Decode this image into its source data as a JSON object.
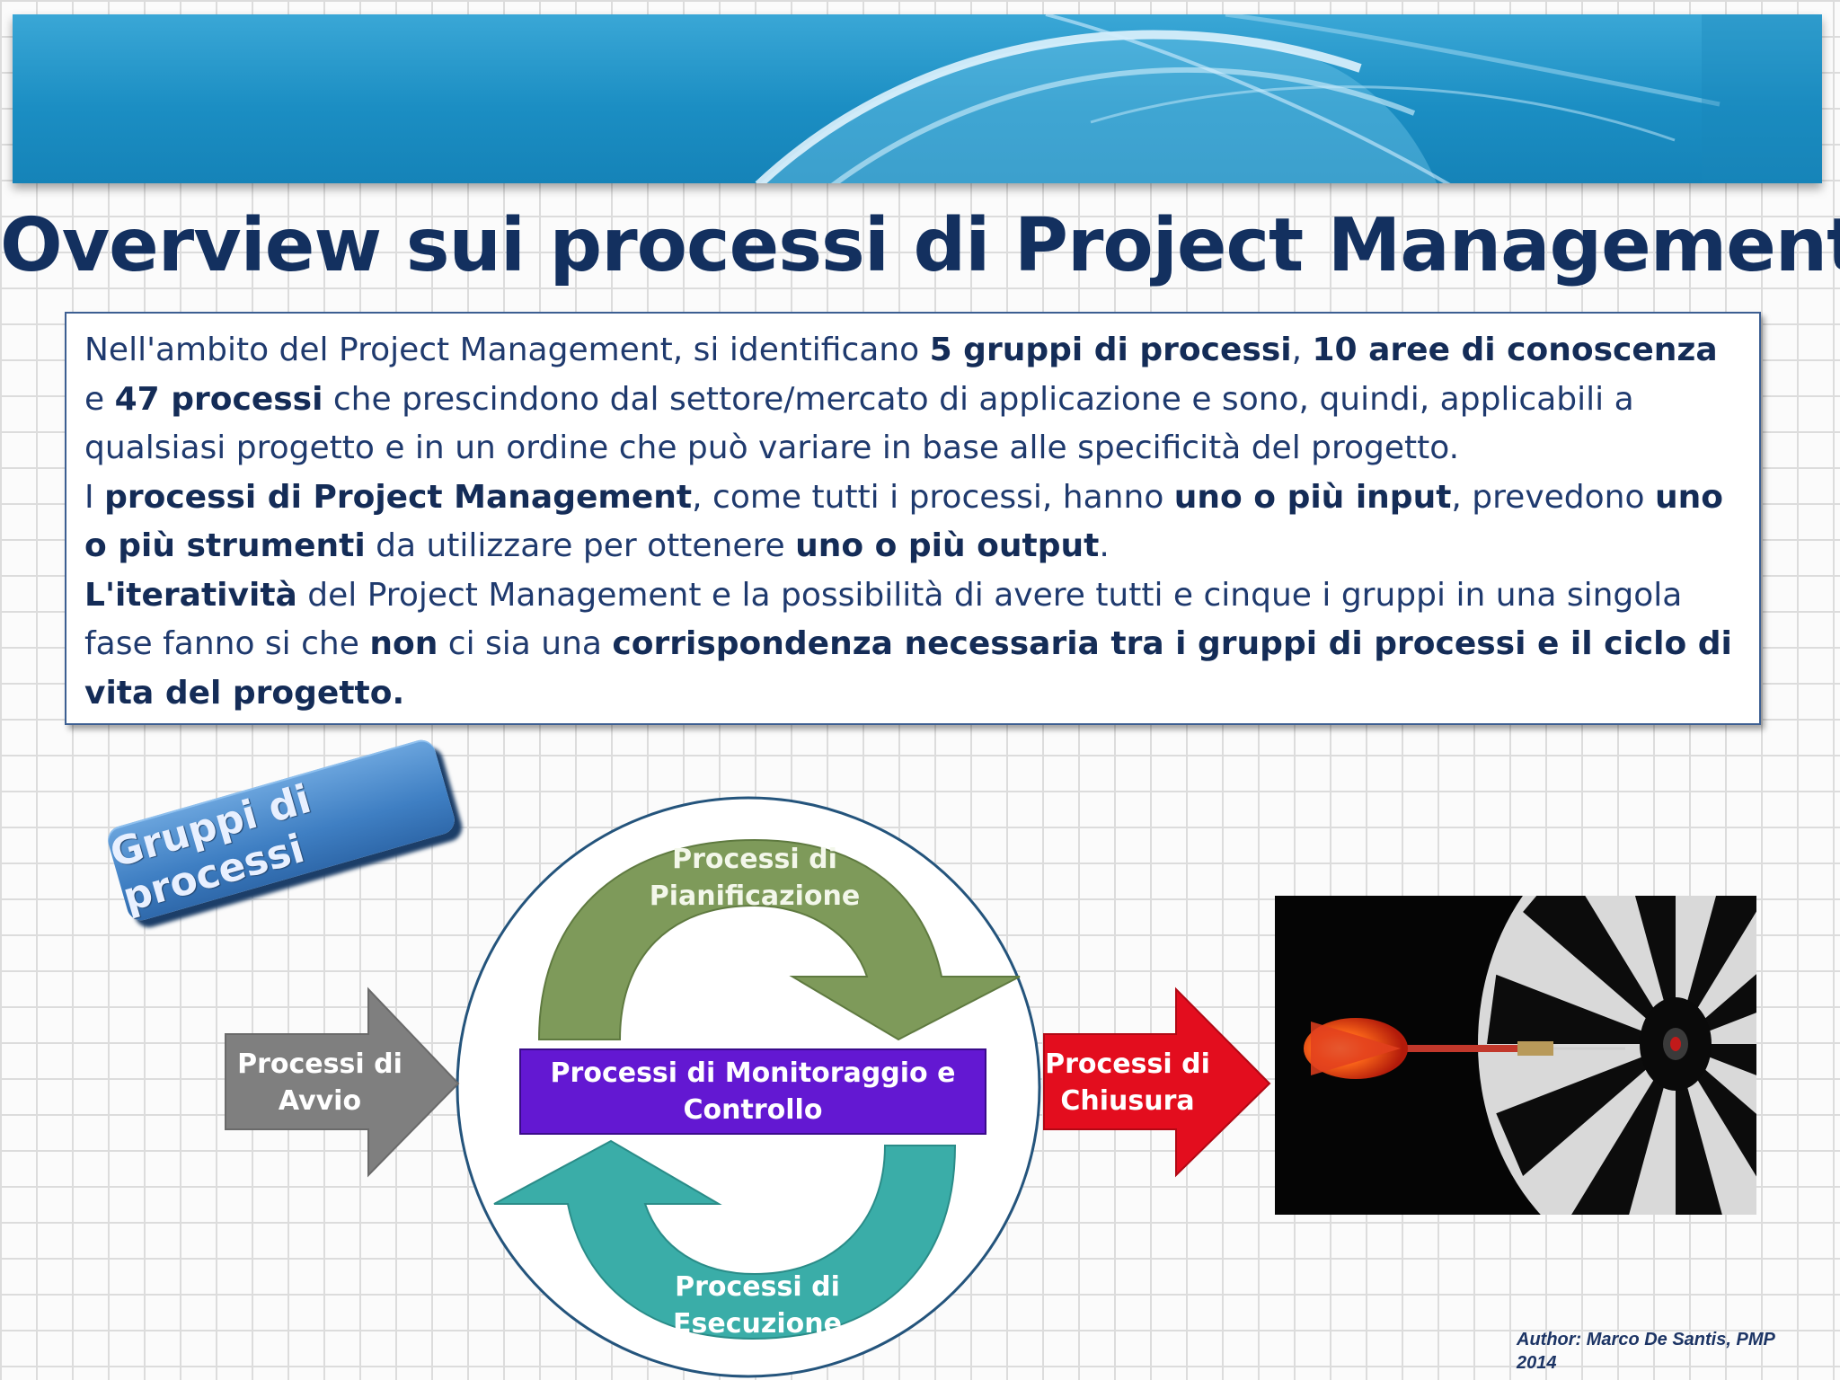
{
  "slide": {
    "title": "Overview sui processi di Project Management",
    "paragraphs": [
      {
        "segments": [
          {
            "t": "Nell'ambito del Project Management, si identificano ",
            "b": false
          },
          {
            "t": "5 gruppi di processi",
            "b": true
          },
          {
            "t": ", ",
            "b": false
          },
          {
            "t": "10 aree di conoscenza",
            "b": true
          },
          {
            "t": " e ",
            "b": false
          },
          {
            "t": "47 processi",
            "b": true
          },
          {
            "t": " che prescindono dal settore/mercato di applicazione e sono, quindi, applicabili a qualsiasi progetto e in un ordine che può variare in base alle specificità del progetto.",
            "b": false
          }
        ]
      },
      {
        "segments": [
          {
            "t": "I ",
            "b": false
          },
          {
            "t": "processi di Project Management",
            "b": true
          },
          {
            "t": ", come tutti i processi, hanno ",
            "b": false
          },
          {
            "t": "uno o più input",
            "b": true
          },
          {
            "t": ", prevedono ",
            "b": false
          },
          {
            "t": "uno o più strumenti",
            "b": true
          },
          {
            "t": " da utilizzare per ottenere ",
            "b": false
          },
          {
            "t": "uno o più output",
            "b": true
          },
          {
            "t": ".",
            "b": false
          }
        ]
      },
      {
        "segments": [
          {
            "t": "L'iteratività",
            "b": true
          },
          {
            "t": " del Project Management e la possibilità di avere tutti e cinque i gruppi in una singola fase fanno si che ",
            "b": false
          },
          {
            "t": "non",
            "b": true
          },
          {
            "t": " ci sia una ",
            "b": false
          },
          {
            "t": "corrispondenza necessaria tra i gruppi di processi e il ciclo di vita del progetto.",
            "b": true
          }
        ]
      }
    ],
    "badge": "Gruppi di processi",
    "diagram": {
      "avvio": [
        "Processi di",
        "Avvio"
      ],
      "pianificazione": [
        "Processi di",
        "Pianificazione"
      ],
      "monitoraggio": [
        "Processi di Monitoraggio e",
        "Controllo"
      ],
      "esecuzione": [
        "Processi di",
        "Esecuzione"
      ],
      "chiusura": [
        "Processi di",
        "Chiusura"
      ]
    },
    "author": [
      "Author: Marco De Santis, PMP",
      "2014"
    ],
    "colors": {
      "title": "#13305f",
      "avvio_arrow": "#7f7f7f",
      "pianificazione_arrow": "#7e9a5a",
      "esecuzione_arrow": "#3aada8",
      "monitoraggio_box": "#6318d2",
      "chiusura_arrow": "#e30d1e"
    }
  }
}
